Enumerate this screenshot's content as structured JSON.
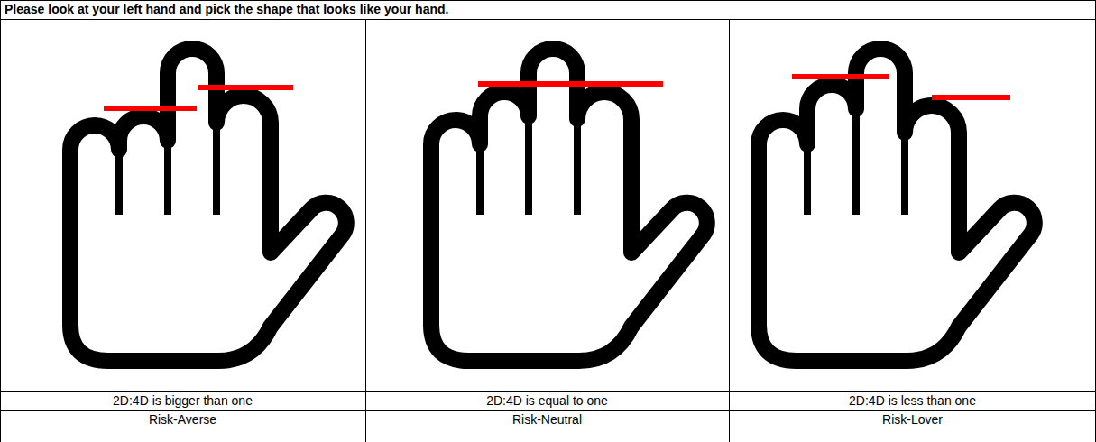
{
  "diagram": {
    "title": "Please look at your left hand and pick the shape that looks like your hand.",
    "labels": [
      "2D:4D is bigger than one",
      "2D:4D is equal to one",
      "2D:4D is less than one",
      "Risk-Averse",
      "Risk-Neutral",
      "Risk-Lover"
    ]
  }
}
